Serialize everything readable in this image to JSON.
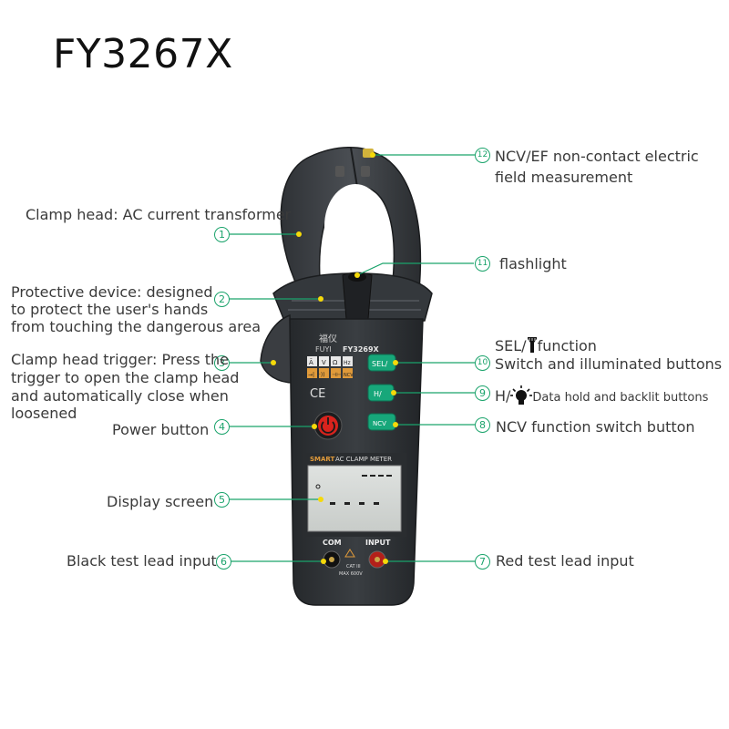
{
  "title": "FY3267X",
  "device": {
    "brand_cn": "福仪",
    "brand": "FUYI",
    "model": "FY3269X",
    "ce": "CE",
    "symbols": [
      "Ã",
      "V",
      "Ω",
      "Hz",
      "→|",
      "·))",
      "⊣⊢",
      "⊕",
      "NCV"
    ],
    "buttons": {
      "sel": "SEL/",
      "hold": "H/",
      "ncv": "NCV"
    },
    "panel_title_a": "SMART",
    "panel_title_b": "AC CLAMP METER",
    "com": "COM",
    "input": "INPUT",
    "cat": "CAT III",
    "max": "MAX 600V"
  },
  "callouts": {
    "c1": {
      "n": "1",
      "lines": [
        "Clamp head: AC current transformer"
      ]
    },
    "c2": {
      "n": "2",
      "lines": [
        "Protective device: designed",
        "to protect the user's hands",
        "from touching the dangerous area"
      ]
    },
    "c3": {
      "n": "3",
      "lines": [
        "Clamp head trigger: Press the",
        "trigger to open the clamp head",
        "and automatically close when",
        "loosened"
      ]
    },
    "c4": {
      "n": "4",
      "lines": [
        "Power button"
      ]
    },
    "c5": {
      "n": "5",
      "lines": [
        "Display screen"
      ]
    },
    "c6": {
      "n": "6",
      "lines": [
        "Black test lead input"
      ]
    },
    "c7": {
      "n": "7",
      "lines": [
        "Red test lead input"
      ]
    },
    "c8": {
      "n": "8",
      "lines": [
        "NCV function switch button"
      ]
    },
    "c9": {
      "n": "9",
      "prefix": "H/",
      "text": "Data hold and backlit buttons",
      "icon": "bulb-icon"
    },
    "c10": {
      "n": "10",
      "prefix": "SEL/",
      "suffix": "function",
      "line2": "Switch and illuminated buttons",
      "icon": "flashlight-icon"
    },
    "c11": {
      "n": "11",
      "lines": [
        "flashlight"
      ]
    },
    "c12": {
      "n": "12",
      "lines": [
        "NCV/EF non-contact electric",
        "field measurement"
      ]
    }
  },
  "colors": {
    "accent": "#1aa36b",
    "body": "#2e3135",
    "dot": "#f5d90a",
    "button_green": "#17a77a",
    "power_red": "#d8231d"
  }
}
